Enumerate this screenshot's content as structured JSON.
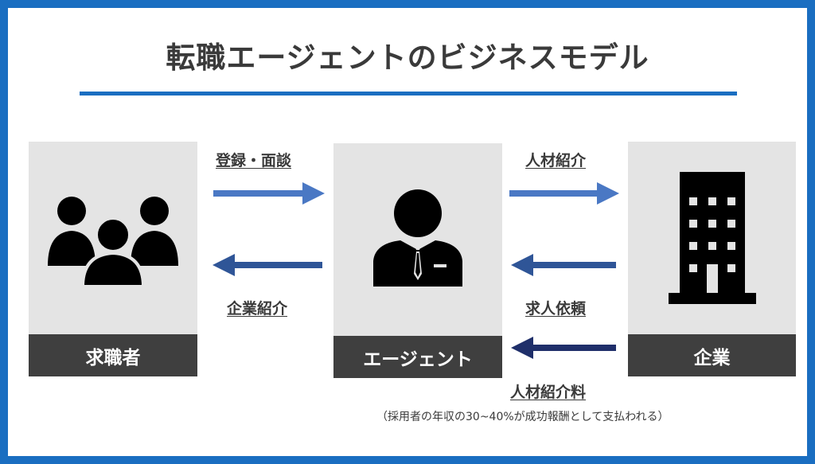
{
  "title": "転職エージェントのビジネスモデル",
  "nodes": {
    "job_seeker": {
      "label": "求職者",
      "icon": "people-icon"
    },
    "agent": {
      "label": "エージェント",
      "icon": "businessman-icon"
    },
    "company": {
      "label": "企業",
      "icon": "building-icon"
    }
  },
  "edges": {
    "register_interview": "登録・面談",
    "company_intro": "企業紹介",
    "talent_intro": "人材紹介",
    "job_request": "求人依頼",
    "referral_fee": "人材紹介料"
  },
  "note": "（採用者の年収の30~40%が成功報酬として支払われる）",
  "colors": {
    "frame": "#1a6ec1",
    "arrow_light": "#4a78c4",
    "arrow_mid": "#2f5597",
    "arrow_dark": "#1f2f6a",
    "box_bg": "#e4e4e4",
    "label_bg": "#3f3f3f"
  }
}
